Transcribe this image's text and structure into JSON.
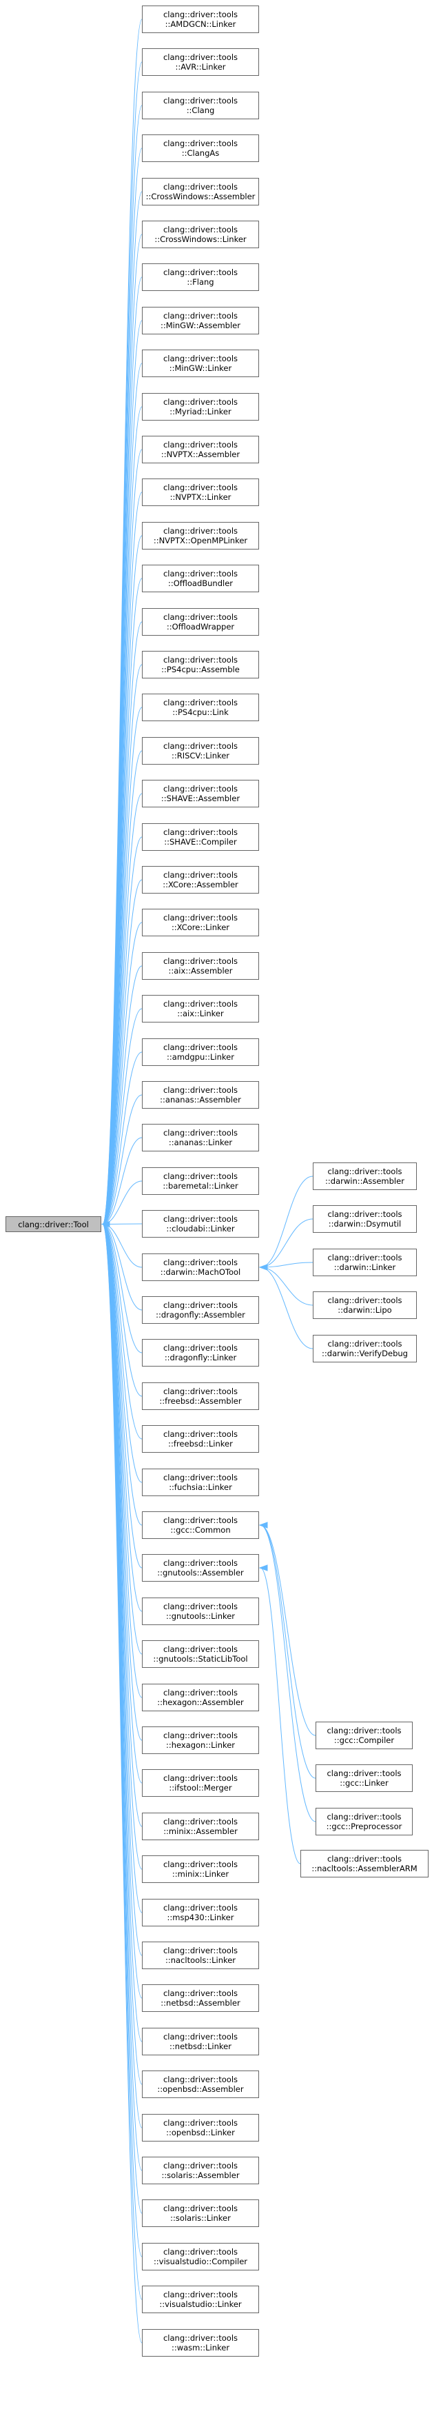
{
  "diagram": {
    "accent_color": "#63b8ff",
    "root": {
      "label": "clang::driver::Tool"
    },
    "children": [
      {
        "line1": "clang::driver::tools",
        "line2": "::AMDGCN::Linker"
      },
      {
        "line1": "clang::driver::tools",
        "line2": "::AVR::Linker"
      },
      {
        "line1": "clang::driver::tools",
        "line2": "::Clang"
      },
      {
        "line1": "clang::driver::tools",
        "line2": "::ClangAs"
      },
      {
        "line1": "clang::driver::tools",
        "line2": "::CrossWindows::Assembler"
      },
      {
        "line1": "clang::driver::tools",
        "line2": "::CrossWindows::Linker"
      },
      {
        "line1": "clang::driver::tools",
        "line2": "::Flang"
      },
      {
        "line1": "clang::driver::tools",
        "line2": "::MinGW::Assembler"
      },
      {
        "line1": "clang::driver::tools",
        "line2": "::MinGW::Linker"
      },
      {
        "line1": "clang::driver::tools",
        "line2": "::Myriad::Linker"
      },
      {
        "line1": "clang::driver::tools",
        "line2": "::NVPTX::Assembler"
      },
      {
        "line1": "clang::driver::tools",
        "line2": "::NVPTX::Linker"
      },
      {
        "line1": "clang::driver::tools",
        "line2": "::NVPTX::OpenMPLinker"
      },
      {
        "line1": "clang::driver::tools",
        "line2": "::OffloadBundler"
      },
      {
        "line1": "clang::driver::tools",
        "line2": "::OffloadWrapper"
      },
      {
        "line1": "clang::driver::tools",
        "line2": "::PS4cpu::Assemble"
      },
      {
        "line1": "clang::driver::tools",
        "line2": "::PS4cpu::Link"
      },
      {
        "line1": "clang::driver::tools",
        "line2": "::RISCV::Linker"
      },
      {
        "line1": "clang::driver::tools",
        "line2": "::SHAVE::Assembler"
      },
      {
        "line1": "clang::driver::tools",
        "line2": "::SHAVE::Compiler"
      },
      {
        "line1": "clang::driver::tools",
        "line2": "::XCore::Assembler"
      },
      {
        "line1": "clang::driver::tools",
        "line2": "::XCore::Linker"
      },
      {
        "line1": "clang::driver::tools",
        "line2": "::aix::Assembler"
      },
      {
        "line1": "clang::driver::tools",
        "line2": "::aix::Linker"
      },
      {
        "line1": "clang::driver::tools",
        "line2": "::amdgpu::Linker"
      },
      {
        "line1": "clang::driver::tools",
        "line2": "::ananas::Assembler"
      },
      {
        "line1": "clang::driver::tools",
        "line2": "::ananas::Linker"
      },
      {
        "line1": "clang::driver::tools",
        "line2": "::baremetal::Linker"
      },
      {
        "line1": "clang::driver::tools",
        "line2": "::cloudabi::Linker"
      },
      {
        "line1": "clang::driver::tools",
        "line2": "::darwin::MachOTool"
      },
      {
        "line1": "clang::driver::tools",
        "line2": "::dragonfly::Assembler"
      },
      {
        "line1": "clang::driver::tools",
        "line2": "::dragonfly::Linker"
      },
      {
        "line1": "clang::driver::tools",
        "line2": "::freebsd::Assembler"
      },
      {
        "line1": "clang::driver::tools",
        "line2": "::freebsd::Linker"
      },
      {
        "line1": "clang::driver::tools",
        "line2": "::fuchsia::Linker"
      },
      {
        "line1": "clang::driver::tools",
        "line2": "::gcc::Common"
      },
      {
        "line1": "clang::driver::tools",
        "line2": "::gnutools::Assembler"
      },
      {
        "line1": "clang::driver::tools",
        "line2": "::gnutools::Linker"
      },
      {
        "line1": "clang::driver::tools",
        "line2": "::gnutools::StaticLibTool"
      },
      {
        "line1": "clang::driver::tools",
        "line2": "::hexagon::Assembler"
      },
      {
        "line1": "clang::driver::tools",
        "line2": "::hexagon::Linker"
      },
      {
        "line1": "clang::driver::tools",
        "line2": "::ifstool::Merger"
      },
      {
        "line1": "clang::driver::tools",
        "line2": "::minix::Assembler"
      },
      {
        "line1": "clang::driver::tools",
        "line2": "::minix::Linker"
      },
      {
        "line1": "clang::driver::tools",
        "line2": "::msp430::Linker"
      },
      {
        "line1": "clang::driver::tools",
        "line2": "::nacltools::Linker"
      },
      {
        "line1": "clang::driver::tools",
        "line2": "::netbsd::Assembler"
      },
      {
        "line1": "clang::driver::tools",
        "line2": "::netbsd::Linker"
      },
      {
        "line1": "clang::driver::tools",
        "line2": "::openbsd::Assembler"
      },
      {
        "line1": "clang::driver::tools",
        "line2": "::openbsd::Linker"
      },
      {
        "line1": "clang::driver::tools",
        "line2": "::solaris::Assembler"
      },
      {
        "line1": "clang::driver::tools",
        "line2": "::solaris::Linker"
      },
      {
        "line1": "clang::driver::tools",
        "line2": "::visualstudio::Compiler"
      },
      {
        "line1": "clang::driver::tools",
        "line2": "::visualstudio::Linker"
      },
      {
        "line1": "clang::driver::tools",
        "line2": "::wasm::Linker"
      }
    ],
    "darwin_children": [
      {
        "line1": "clang::driver::tools",
        "line2": "::darwin::Assembler"
      },
      {
        "line1": "clang::driver::tools",
        "line2": "::darwin::Dsymutil"
      },
      {
        "line1": "clang::driver::tools",
        "line2": "::darwin::Linker"
      },
      {
        "line1": "clang::driver::tools",
        "line2": "::darwin::Lipo"
      },
      {
        "line1": "clang::driver::tools",
        "line2": "::darwin::VerifyDebug"
      }
    ],
    "gcc_children": [
      {
        "line1": "clang::driver::tools",
        "line2": "::gcc::Compiler"
      },
      {
        "line1": "clang::driver::tools",
        "line2": "::gcc::Linker"
      },
      {
        "line1": "clang::driver::tools",
        "line2": "::gcc::Preprocessor"
      }
    ],
    "gnutools_children": [
      {
        "line1": "clang::driver::tools",
        "line2": "::nacltools::AssemblerARM"
      }
    ]
  }
}
